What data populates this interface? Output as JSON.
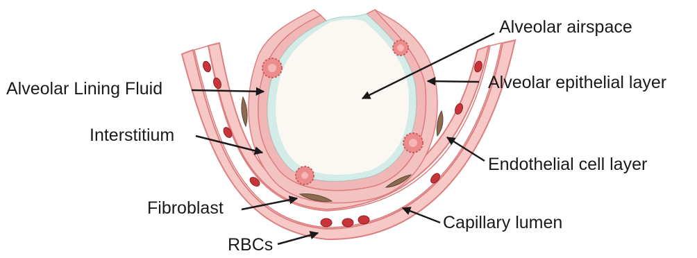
{
  "labels": {
    "alveolar_airspace": "Alveolar airspace",
    "alveolar_lining_fluid": "Alveolar Lining Fluid",
    "alveolar_epithelial_layer": "Alveolar epithelial layer",
    "interstitium": "Interstitium",
    "endothelial_cell_layer": "Endothelial cell layer",
    "fibroblast": "Fibroblast",
    "capillary_lumen": "Capillary lumen",
    "rbcs": "RBCs"
  },
  "colors": {
    "airspace": "#fbf8f3",
    "lining_fluid": "#d4ece7",
    "epithelium": "#f1b7b6",
    "membrane_outline": "#dd7e7f",
    "rbc": "#c8343a",
    "fibroblast": "#8d6a52",
    "arrow": "#1a1a1a"
  }
}
